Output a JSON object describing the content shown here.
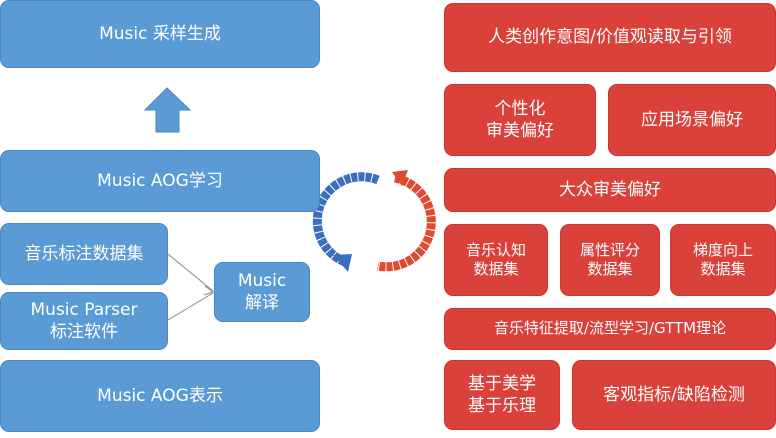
{
  "left": {
    "generate": "Music 采样生成",
    "learn": "Music AOG学习",
    "dataset": "音乐标注数据集",
    "parser": "Music Parser\n标注软件",
    "interpret": "Music\n解译",
    "represent": "Music AOG表示"
  },
  "right": {
    "intent": "人类创作意图/价值观读取与引领",
    "personal": "个性化\n审美偏好",
    "scenario": "应用场景偏好",
    "public": "大众审美偏好",
    "cognition": "音乐认知\n数据集",
    "rating": "属性评分\n数据集",
    "gradient": "梯度向上\n数据集",
    "features": "音乐特征提取/流型学习/GTTM理论",
    "theory": "基于美学\n基于乐理",
    "metrics": "客观指标/缺陷检测"
  },
  "colors": {
    "blue": "#5b9bd5",
    "red": "#d9413a"
  }
}
